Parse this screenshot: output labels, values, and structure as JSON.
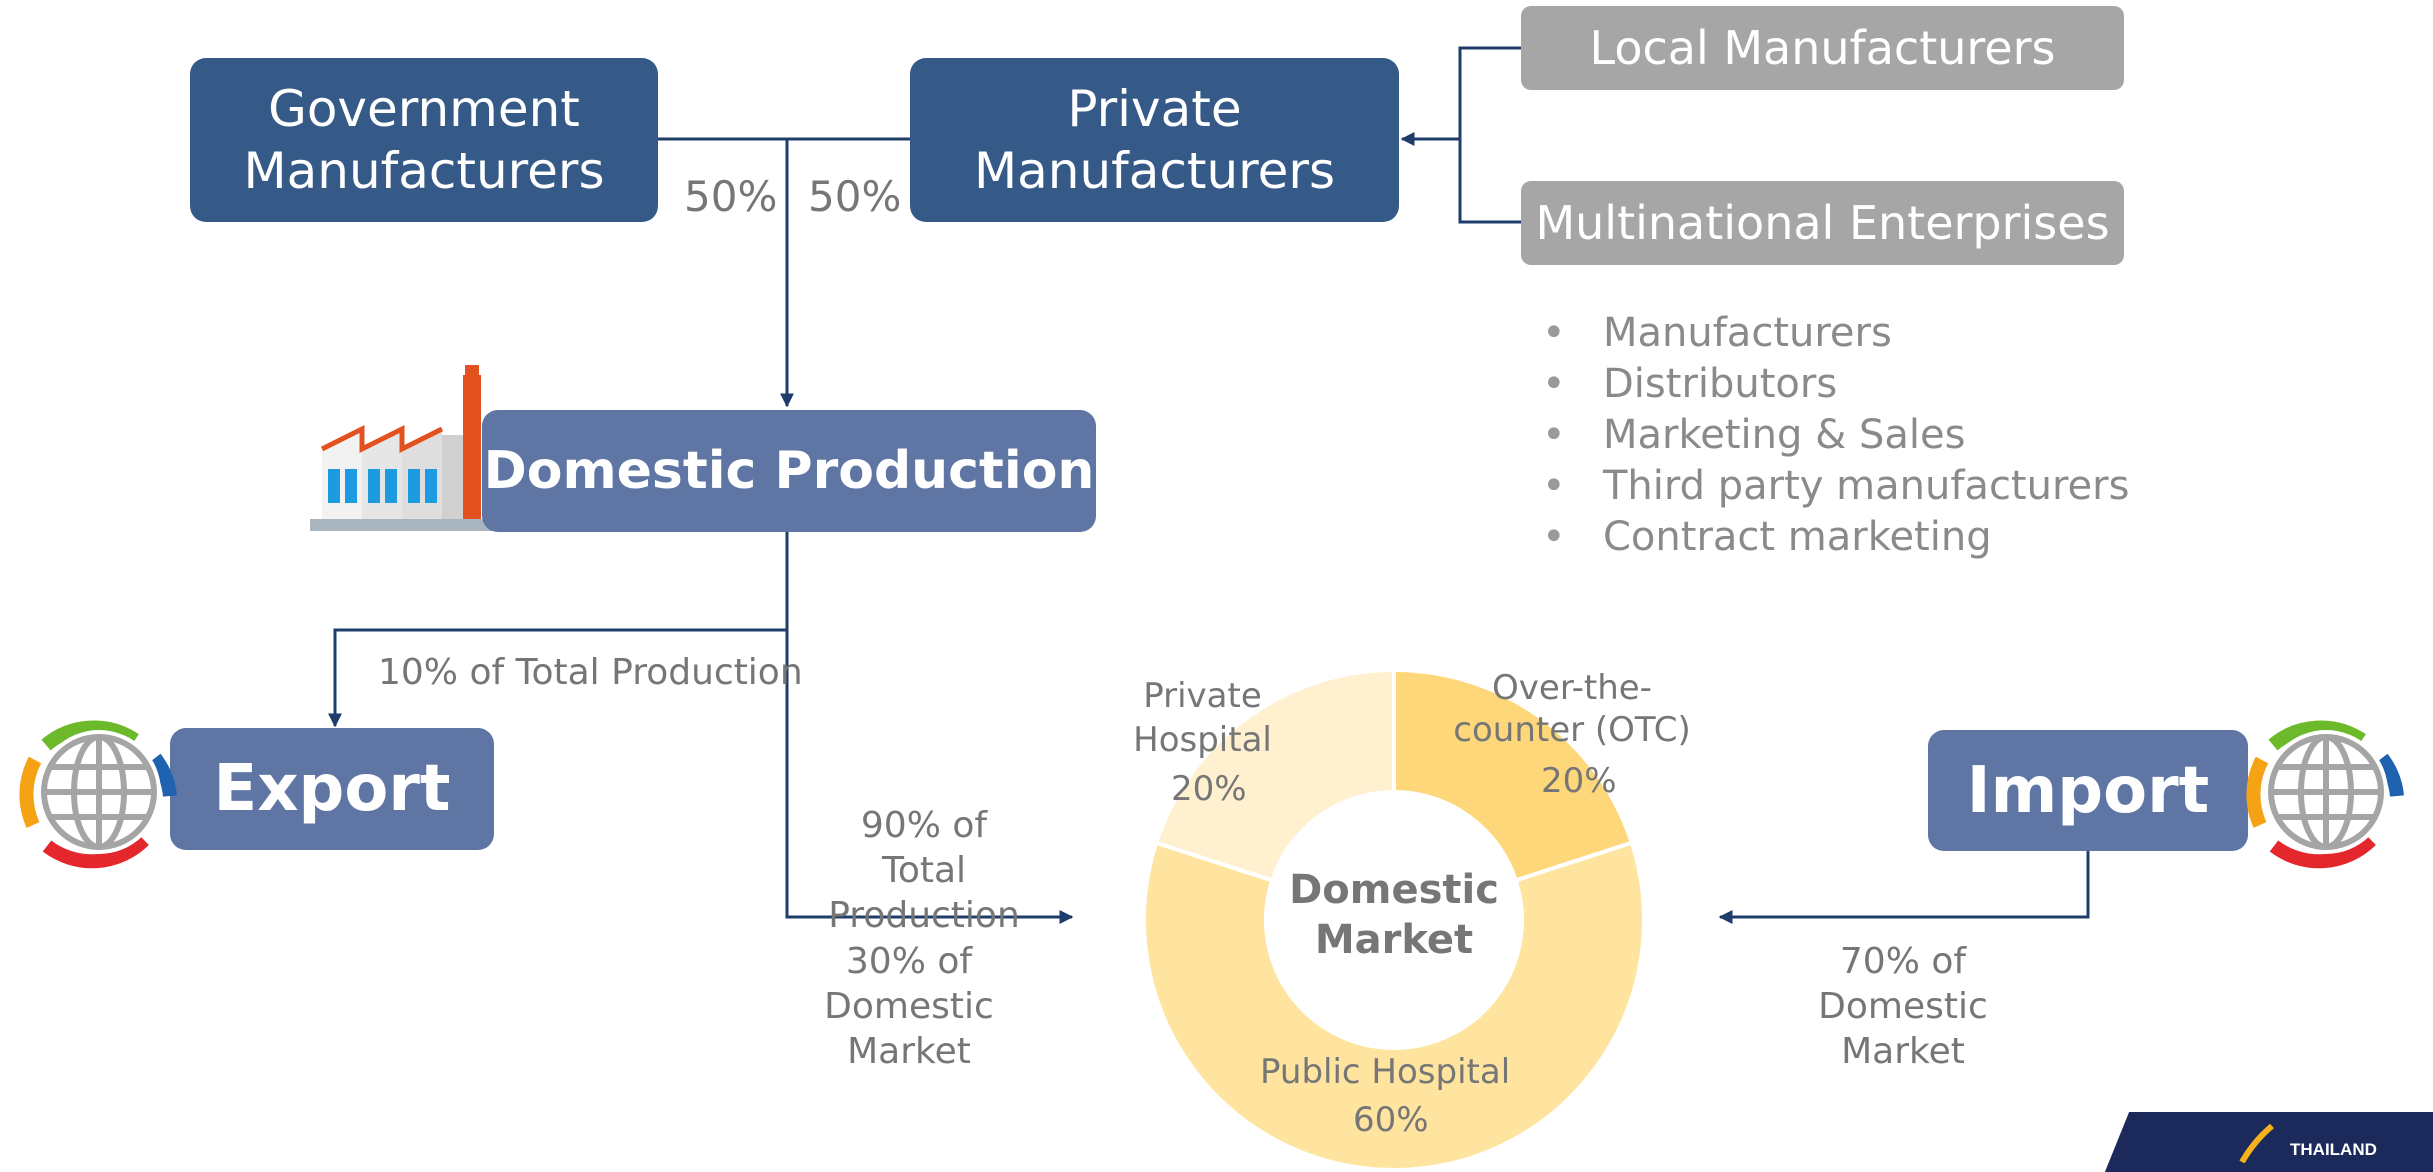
{
  "boxes": {
    "government": "Government\nManufacturers",
    "private": "Private\nManufacturers",
    "local": "Local Manufacturers",
    "multinational": "Multinational Enterprises",
    "domestic_production": "Domestic Production",
    "export": "Export",
    "import": "Import"
  },
  "shares": {
    "government": "50%",
    "private": "50%"
  },
  "bullets": [
    "Manufacturers",
    "Distributors",
    "Marketing & Sales",
    "Third party manufacturers",
    "Contract marketing"
  ],
  "flows": {
    "export": "10% of Total Production",
    "domestic": "90% of Total\nProduction",
    "domestic_share": "30% of Domestic\nMarket",
    "import_share": "70% of Domestic\nMarket"
  },
  "chart_data": {
    "type": "pie",
    "title": "Domestic\nMarket",
    "slices": [
      {
        "label": "Over-the-\ncounter (OTC)",
        "value": 20,
        "display": "20%",
        "color": "#fdd77a"
      },
      {
        "label": "Public Hospital",
        "value": 60,
        "display": "60%",
        "color": "#ffe4a0"
      },
      {
        "label": "Private\nHospital",
        "value": 20,
        "display": "20%",
        "color": "#fff0cf"
      }
    ]
  },
  "logo": {
    "text": "THAILAND"
  },
  "colors": {
    "dark_box": "#365a88",
    "mid_box": "#5f76a5",
    "grey_box": "#a6a6a6",
    "connector": "#1f3d6b",
    "label_text": "#767676"
  }
}
